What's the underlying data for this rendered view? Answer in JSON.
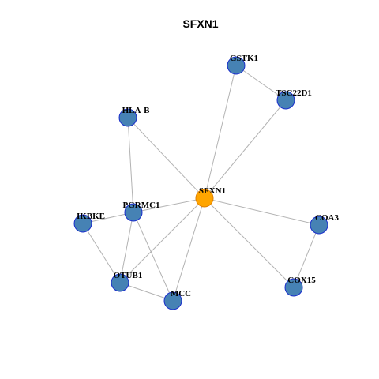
{
  "title": "SFXN1",
  "colors": {
    "background": "#ffffff",
    "edge": "#b3b3b3",
    "node_fill": "#4682b4",
    "node_stroke": "#1a2ecc",
    "center_fill": "#ffa500",
    "center_stroke": "#e08000"
  },
  "nodes": [
    {
      "id": "SFXN1",
      "label": "SFXN1",
      "center": true
    },
    {
      "id": "GSTK1",
      "label": "GSTK1"
    },
    {
      "id": "TSC22D1",
      "label": "TSC22D1"
    },
    {
      "id": "HLA-B",
      "label": "HLA-B"
    },
    {
      "id": "PGRMC1",
      "label": "PGRMC1"
    },
    {
      "id": "IKBKE",
      "label": "IKBKE"
    },
    {
      "id": "COA3",
      "label": "COA3"
    },
    {
      "id": "OTUB1",
      "label": "OTUB1"
    },
    {
      "id": "COX15",
      "label": "COX15"
    },
    {
      "id": "MCC",
      "label": "MCC"
    }
  ],
  "edges": [
    [
      "SFXN1",
      "GSTK1"
    ],
    [
      "SFXN1",
      "TSC22D1"
    ],
    [
      "SFXN1",
      "HLA-B"
    ],
    [
      "SFXN1",
      "PGRMC1"
    ],
    [
      "SFXN1",
      "COA3"
    ],
    [
      "SFXN1",
      "COX15"
    ],
    [
      "SFXN1",
      "OTUB1"
    ],
    [
      "SFXN1",
      "MCC"
    ],
    [
      "GSTK1",
      "TSC22D1"
    ],
    [
      "HLA-B",
      "PGRMC1"
    ],
    [
      "PGRMC1",
      "IKBKE"
    ],
    [
      "PGRMC1",
      "OTUB1"
    ],
    [
      "PGRMC1",
      "MCC"
    ],
    [
      "IKBKE",
      "OTUB1"
    ],
    [
      "OTUB1",
      "MCC"
    ],
    [
      "COA3",
      "COX15"
    ]
  ]
}
